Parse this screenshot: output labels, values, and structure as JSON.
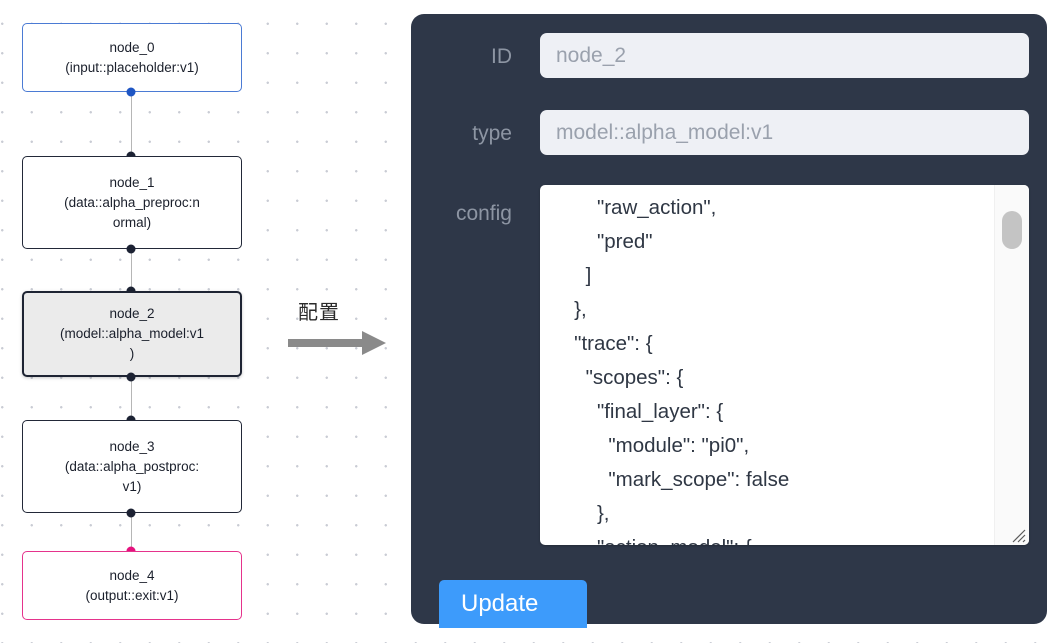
{
  "graph": {
    "nodes": [
      {
        "id": "node_0",
        "label": "node_0\n(input::placeholder:v1)",
        "kind": "input",
        "selected": false
      },
      {
        "id": "node_1",
        "label": "node_1\n(data::alpha_preproc:n\normal)",
        "kind": "process",
        "selected": false
      },
      {
        "id": "node_2",
        "label": "node_2\n(model::alpha_model:v1\n)",
        "kind": "model",
        "selected": true
      },
      {
        "id": "node_3",
        "label": "node_3\n(data::alpha_postproc:\nv1)",
        "kind": "process",
        "selected": false
      },
      {
        "id": "node_4",
        "label": "node_4\n(output::exit:v1)",
        "kind": "output",
        "selected": false
      }
    ],
    "colors": {
      "input_border": "#4b7bd4",
      "output_border": "#e5338c",
      "default_border": "#222838",
      "selected_fill": "#ebebeb",
      "edge": "#b6b6b6",
      "port": "#1c2233",
      "port_blue": "#1f56c4",
      "port_pink": "#e5127e"
    }
  },
  "arrow": {
    "label": "配置"
  },
  "panel": {
    "background": "#2e3748",
    "fields": {
      "id": {
        "label": "ID",
        "value": "node_2",
        "placeholder": "node_2"
      },
      "type": {
        "label": "type",
        "value": "model::alpha_model:v1",
        "placeholder": "model::alpha_model:v1"
      },
      "config": {
        "label": "config",
        "value": "          \"raw_action\",\n          \"pred\"\n        ]\n      },\n      \"trace\": {\n        \"scopes\": {\n          \"final_layer\": {\n            \"module\": \"pi0\",\n            \"mark_scope\": false\n          },\n          \"action_model\": {",
        "scroll_thumb_position": "top"
      }
    },
    "update_button": {
      "label": "Update",
      "color": "#3d9bfb"
    }
  }
}
